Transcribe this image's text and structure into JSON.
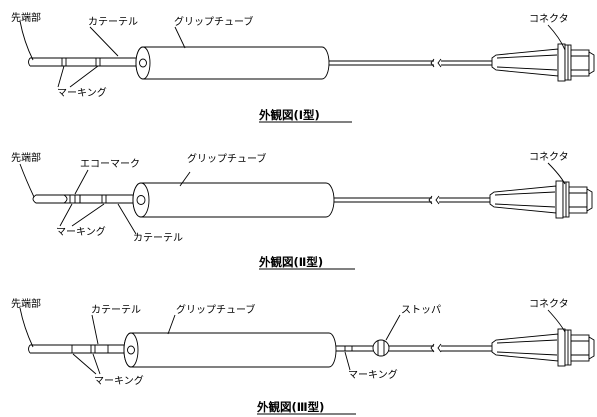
{
  "figures": [
    {
      "caption": "外観図(Ⅰ型)",
      "labels": {
        "tip": "先端部",
        "catheter": "カテーテル",
        "grip_tube": "グリップチューブ",
        "connector": "コネクタ",
        "marking": "マーキング"
      }
    },
    {
      "caption": "外観図(Ⅱ型)",
      "labels": {
        "tip": "先端部",
        "echo_mark": "エコーマーク",
        "grip_tube": "グリップチューブ",
        "connector": "コネクタ",
        "marking": "マーキング",
        "catheter": "カテーテル"
      }
    },
    {
      "caption": "外観図(Ⅲ型)",
      "labels": {
        "tip": "先端部",
        "catheter": "カテーテル",
        "grip_tube": "グリップチューブ",
        "stopper": "ストッパ",
        "connector": "コネクタ",
        "marking_left": "マーキング",
        "marking_right": "マーキング"
      }
    }
  ]
}
